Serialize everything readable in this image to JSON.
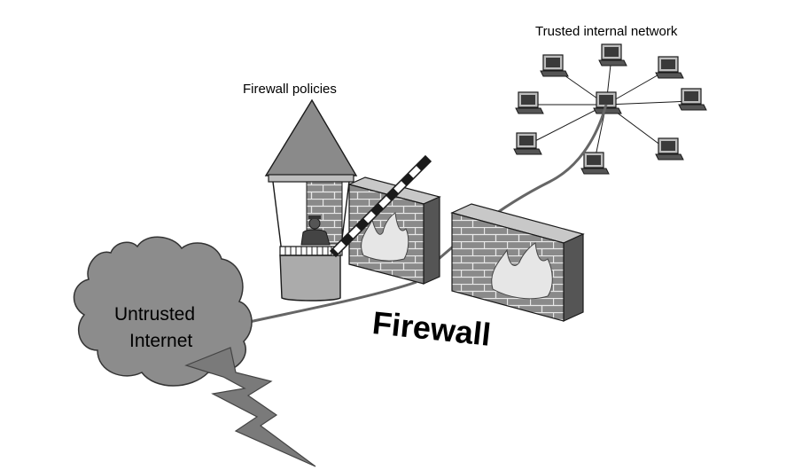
{
  "labels": {
    "trusted_network": "Trusted internal network",
    "firewall_policies": "Firewall policies",
    "untrusted_line1": "Untrusted",
    "untrusted_line2": "Internet",
    "firewall": "Firewall"
  },
  "network": {
    "computer_count": 9
  },
  "colors": {
    "cloud": "#8c8c8c",
    "brick": "#8a8a8a",
    "wall_top": "#c8c8c8",
    "wall_side": "#555555",
    "tower_roof": "#8a8a8a",
    "tower_body": "#ababab",
    "link": "#666666",
    "outline": "#1a1a1a"
  },
  "icons": [
    "cloud-icon",
    "lightning-bolt-icon",
    "guard-tower-icon",
    "guard-icon",
    "barrier-gate-icon",
    "brick-wall-icon",
    "flame-icon",
    "computer-icon",
    "network-hub-icon"
  ]
}
